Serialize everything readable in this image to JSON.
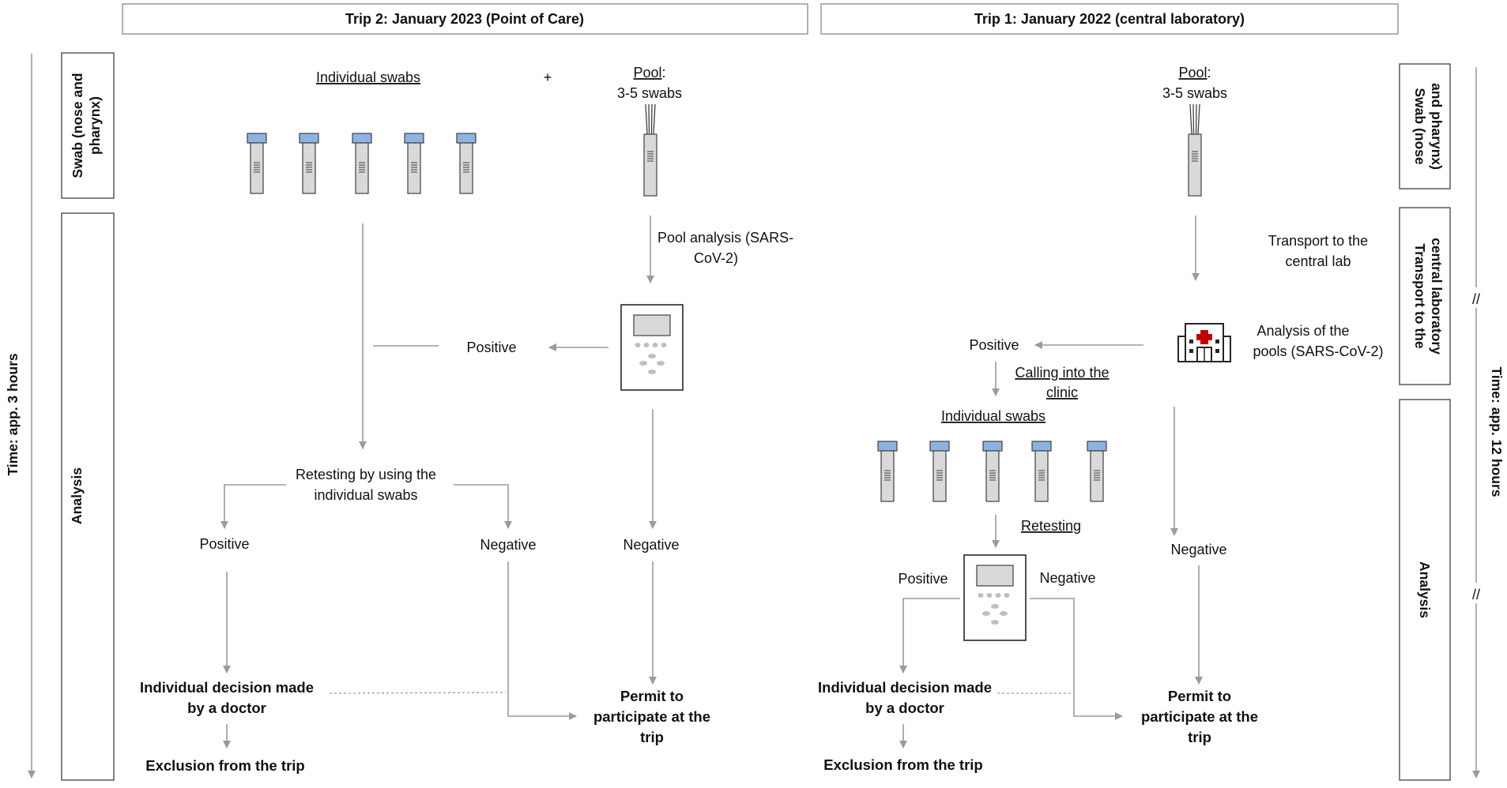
{
  "trip2": {
    "header": "Trip 2: January 2023 (Point of Care)",
    "individual_swabs": "Individual swabs",
    "plus": "+",
    "pool_title": "Pool",
    "pool_colon": ":",
    "pool_swabs": "3-5 swabs",
    "pool_analysis_line1": "Pool analysis (SARS-",
    "pool_analysis_line2": "CoV-2)",
    "positive_pool": "Positive",
    "retest_line1": "Retesting by using the",
    "retest_line2": "individual swabs",
    "positive": "Positive",
    "negative_retest": "Negative",
    "negative_pool": "Negative",
    "decision_line1": "Individual decision made",
    "decision_line2": "by a doctor",
    "exclusion": "Exclusion from the trip",
    "permit_line1": "Permit to",
    "permit_line2": "participate at the",
    "permit_line3": "trip",
    "side_swab_line1": "Swab (nose and",
    "side_swab_line2": "pharynx)",
    "side_analysis": "Analysis",
    "time": "Time: app. 3 hours"
  },
  "trip1": {
    "header": "Trip 1: January 2022 (central laboratory)",
    "pool_title": "Pool",
    "pool_colon": ":",
    "pool_swabs": "3-5 swabs",
    "transport_line1": "Transport to the",
    "transport_line2": "central lab",
    "analysis_line1": "Analysis of the",
    "analysis_line2": "pools (SARS-CoV-2)",
    "positive_pool": "Positive",
    "calling_line1": "Calling into the",
    "calling_line2": "clinic",
    "individual_swabs": "Individual swabs",
    "retesting": "Retesting",
    "positive": "Positive",
    "negative_retest": "Negative",
    "negative_pool": "Negative",
    "decision_line1": "Individual decision made",
    "decision_line2": "by a doctor",
    "exclusion": "Exclusion from the trip",
    "permit_line1": "Permit to",
    "permit_line2": "participate at the",
    "permit_line3": "trip",
    "side_swab_line1": "Swab (nose",
    "side_swab_line2": "and pharynx)",
    "side_transport_line1": "Transport to the",
    "side_transport_line2": "central laboratory",
    "side_analysis": "Analysis",
    "time": "Time: app. 12 hours",
    "break_mark_1": "//",
    "break_mark_2": "//"
  },
  "colors": {
    "arrow": "#9b9b9b",
    "tube_cap": "#8db3e2",
    "tube_body": "#d9d9d9",
    "outline": "#404040",
    "hospital_cross": "#c00000"
  },
  "icons": [
    "test-tube-icon",
    "pooled-tube-icon",
    "pcr-device-icon",
    "hospital-icon"
  ]
}
